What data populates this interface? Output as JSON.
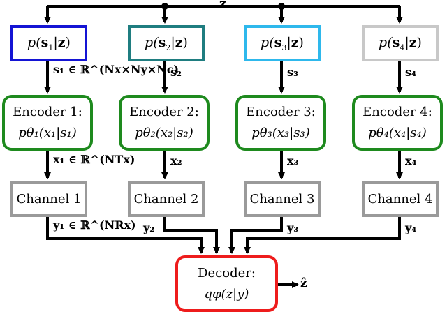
{
  "top_input": "z",
  "output_label": "ẑ",
  "prior_boxes": [
    {
      "prefix": "p(",
      "var": "s",
      "sub": "1",
      "given": "|",
      "cond": "z",
      "suffix": ")",
      "color": "#1414d4"
    },
    {
      "prefix": "p(",
      "var": "s",
      "sub": "2",
      "given": "|",
      "cond": "z",
      "suffix": ")",
      "color": "#1f7d80"
    },
    {
      "prefix": "p(",
      "var": "s",
      "sub": "3",
      "given": "|",
      "cond": "z",
      "suffix": ")",
      "color": "#2eb8ec"
    },
    {
      "prefix": "p(",
      "var": "s",
      "sub": "4",
      "given": "|",
      "cond": "z",
      "suffix": ")",
      "color": "#c8c8c8"
    }
  ],
  "encoders": [
    {
      "title": "Encoder 1:",
      "formula": "pθ₁(x₁|s₁)"
    },
    {
      "title": "Encoder 2:",
      "formula": "pθ₂(x₂|s₂)"
    },
    {
      "title": "Encoder 3:",
      "formula": "pθ₃(x₃|s₃)"
    },
    {
      "title": "Encoder 4:",
      "formula": "pθ₄(x₄|s₄)"
    }
  ],
  "channels": [
    "Channel 1",
    "Channel 2",
    "Channel 3",
    "Channel 4"
  ],
  "s_labels": [
    "s₁ ∈ ℝ^(Nx×Ny×Nc)",
    "s₂",
    "s₃",
    "s₄"
  ],
  "x_labels": [
    "x₁ ∈ ℝ^(NTx)",
    "x₂",
    "x₃",
    "x₄"
  ],
  "y_labels": [
    "y₁ ∈ ℝ^(NRx)",
    "y₂",
    "y₃",
    "y₄"
  ],
  "decoder": {
    "title": "Decoder:",
    "formula": "qφ(z|y)"
  }
}
